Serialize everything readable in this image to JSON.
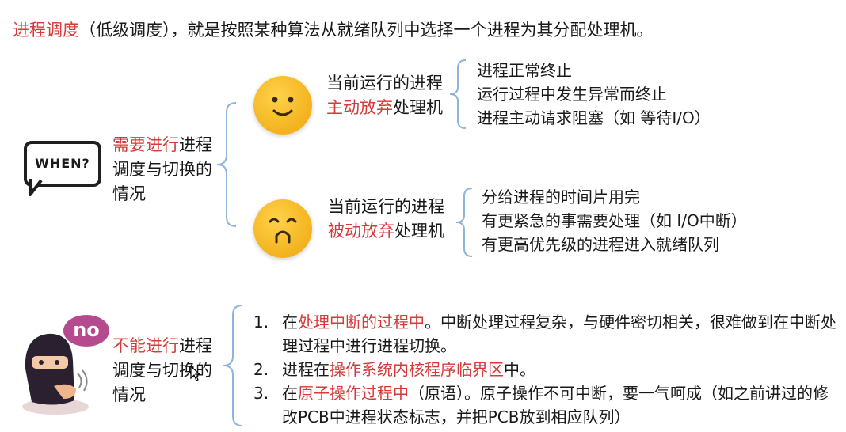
{
  "intro": {
    "term": "进程调度",
    "rest": "（低级调度），就是按照某种算法从就绪队列中选择一个进程为其分配处理机。"
  },
  "when_bubble": {
    "text": "WHEN?"
  },
  "need": {
    "highlight": "需要进行",
    "rest": "进程调度与切换的情况"
  },
  "active": {
    "prefix": "当前运行的进程",
    "highlight": "主动放弃",
    "suffix": "处理机",
    "items": [
      "进程正常终止",
      "运行过程中发生异常而终止",
      "进程主动请求阻塞（如 等待I/O）"
    ]
  },
  "passive": {
    "prefix": "当前运行的进程",
    "highlight": "被动放弃",
    "suffix": "处理机",
    "items": [
      "分给进程的时间片用完",
      "有更紧急的事需要处理（如 I/O中断）",
      "有更高优先级的进程进入就绪队列"
    ]
  },
  "no_bubble": {
    "text": "no"
  },
  "cannot": {
    "highlight": "不能进行",
    "rest": "进程调度与切换的情况",
    "items": [
      {
        "num": "1.",
        "prefix": "在",
        "highlight": "处理中断的过程中",
        "suffix": "。中断处理过程复杂，与硬件密切相关，很难做到在中断处理过程中进行进程切换。"
      },
      {
        "num": "2.",
        "prefix": "进程在",
        "highlight": "操作系统内核程序临界区",
        "suffix": "中。"
      },
      {
        "num": "3.",
        "prefix": "在",
        "highlight": "原子操作过程中",
        "suffix": "（原语）。原子操作不可中断，要一气呵成（如之前讲过的修改PCB中进程状态标志，并把PCB放到相应队列）"
      }
    ]
  },
  "colors": {
    "highlight": "#d63a3a",
    "brace": "#8fb4d9",
    "face": "#f3b21e"
  },
  "icons": [
    "speech-bubble-icon",
    "happy-face-icon",
    "sad-face-icon",
    "ninja-icon",
    "mouse-cursor-icon"
  ]
}
